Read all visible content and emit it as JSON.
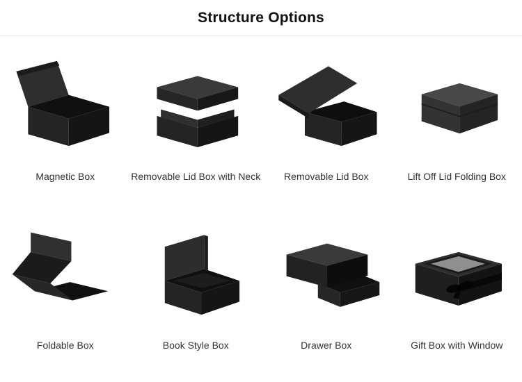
{
  "header": {
    "title": "Structure Options"
  },
  "colors": {
    "background": "#ffffff",
    "title_text": "#111111",
    "caption_text": "#333333",
    "divider": "#e9e9e9",
    "box_dark": "#151515",
    "box_mid": "#242424",
    "box_light": "#3a3a3a",
    "window_gray": "#8f8f8f"
  },
  "grid": {
    "items": [
      {
        "label": "Magnetic Box",
        "image": "magnetic-box"
      },
      {
        "label": "Removable Lid Box with Neck",
        "image": "removable-lid-box-with-neck"
      },
      {
        "label": "Removable Lid Box",
        "image": "removable-lid-box"
      },
      {
        "label": "Lift Off Lid Folding Box",
        "image": "lift-off-lid-folding-box"
      },
      {
        "label": "Foldable Box",
        "image": "foldable-box"
      },
      {
        "label": "Book Style Box",
        "image": "book-style-box"
      },
      {
        "label": "Drawer Box",
        "image": "drawer-box"
      },
      {
        "label": "Gift Box with Window",
        "image": "gift-box-with-window"
      }
    ]
  }
}
